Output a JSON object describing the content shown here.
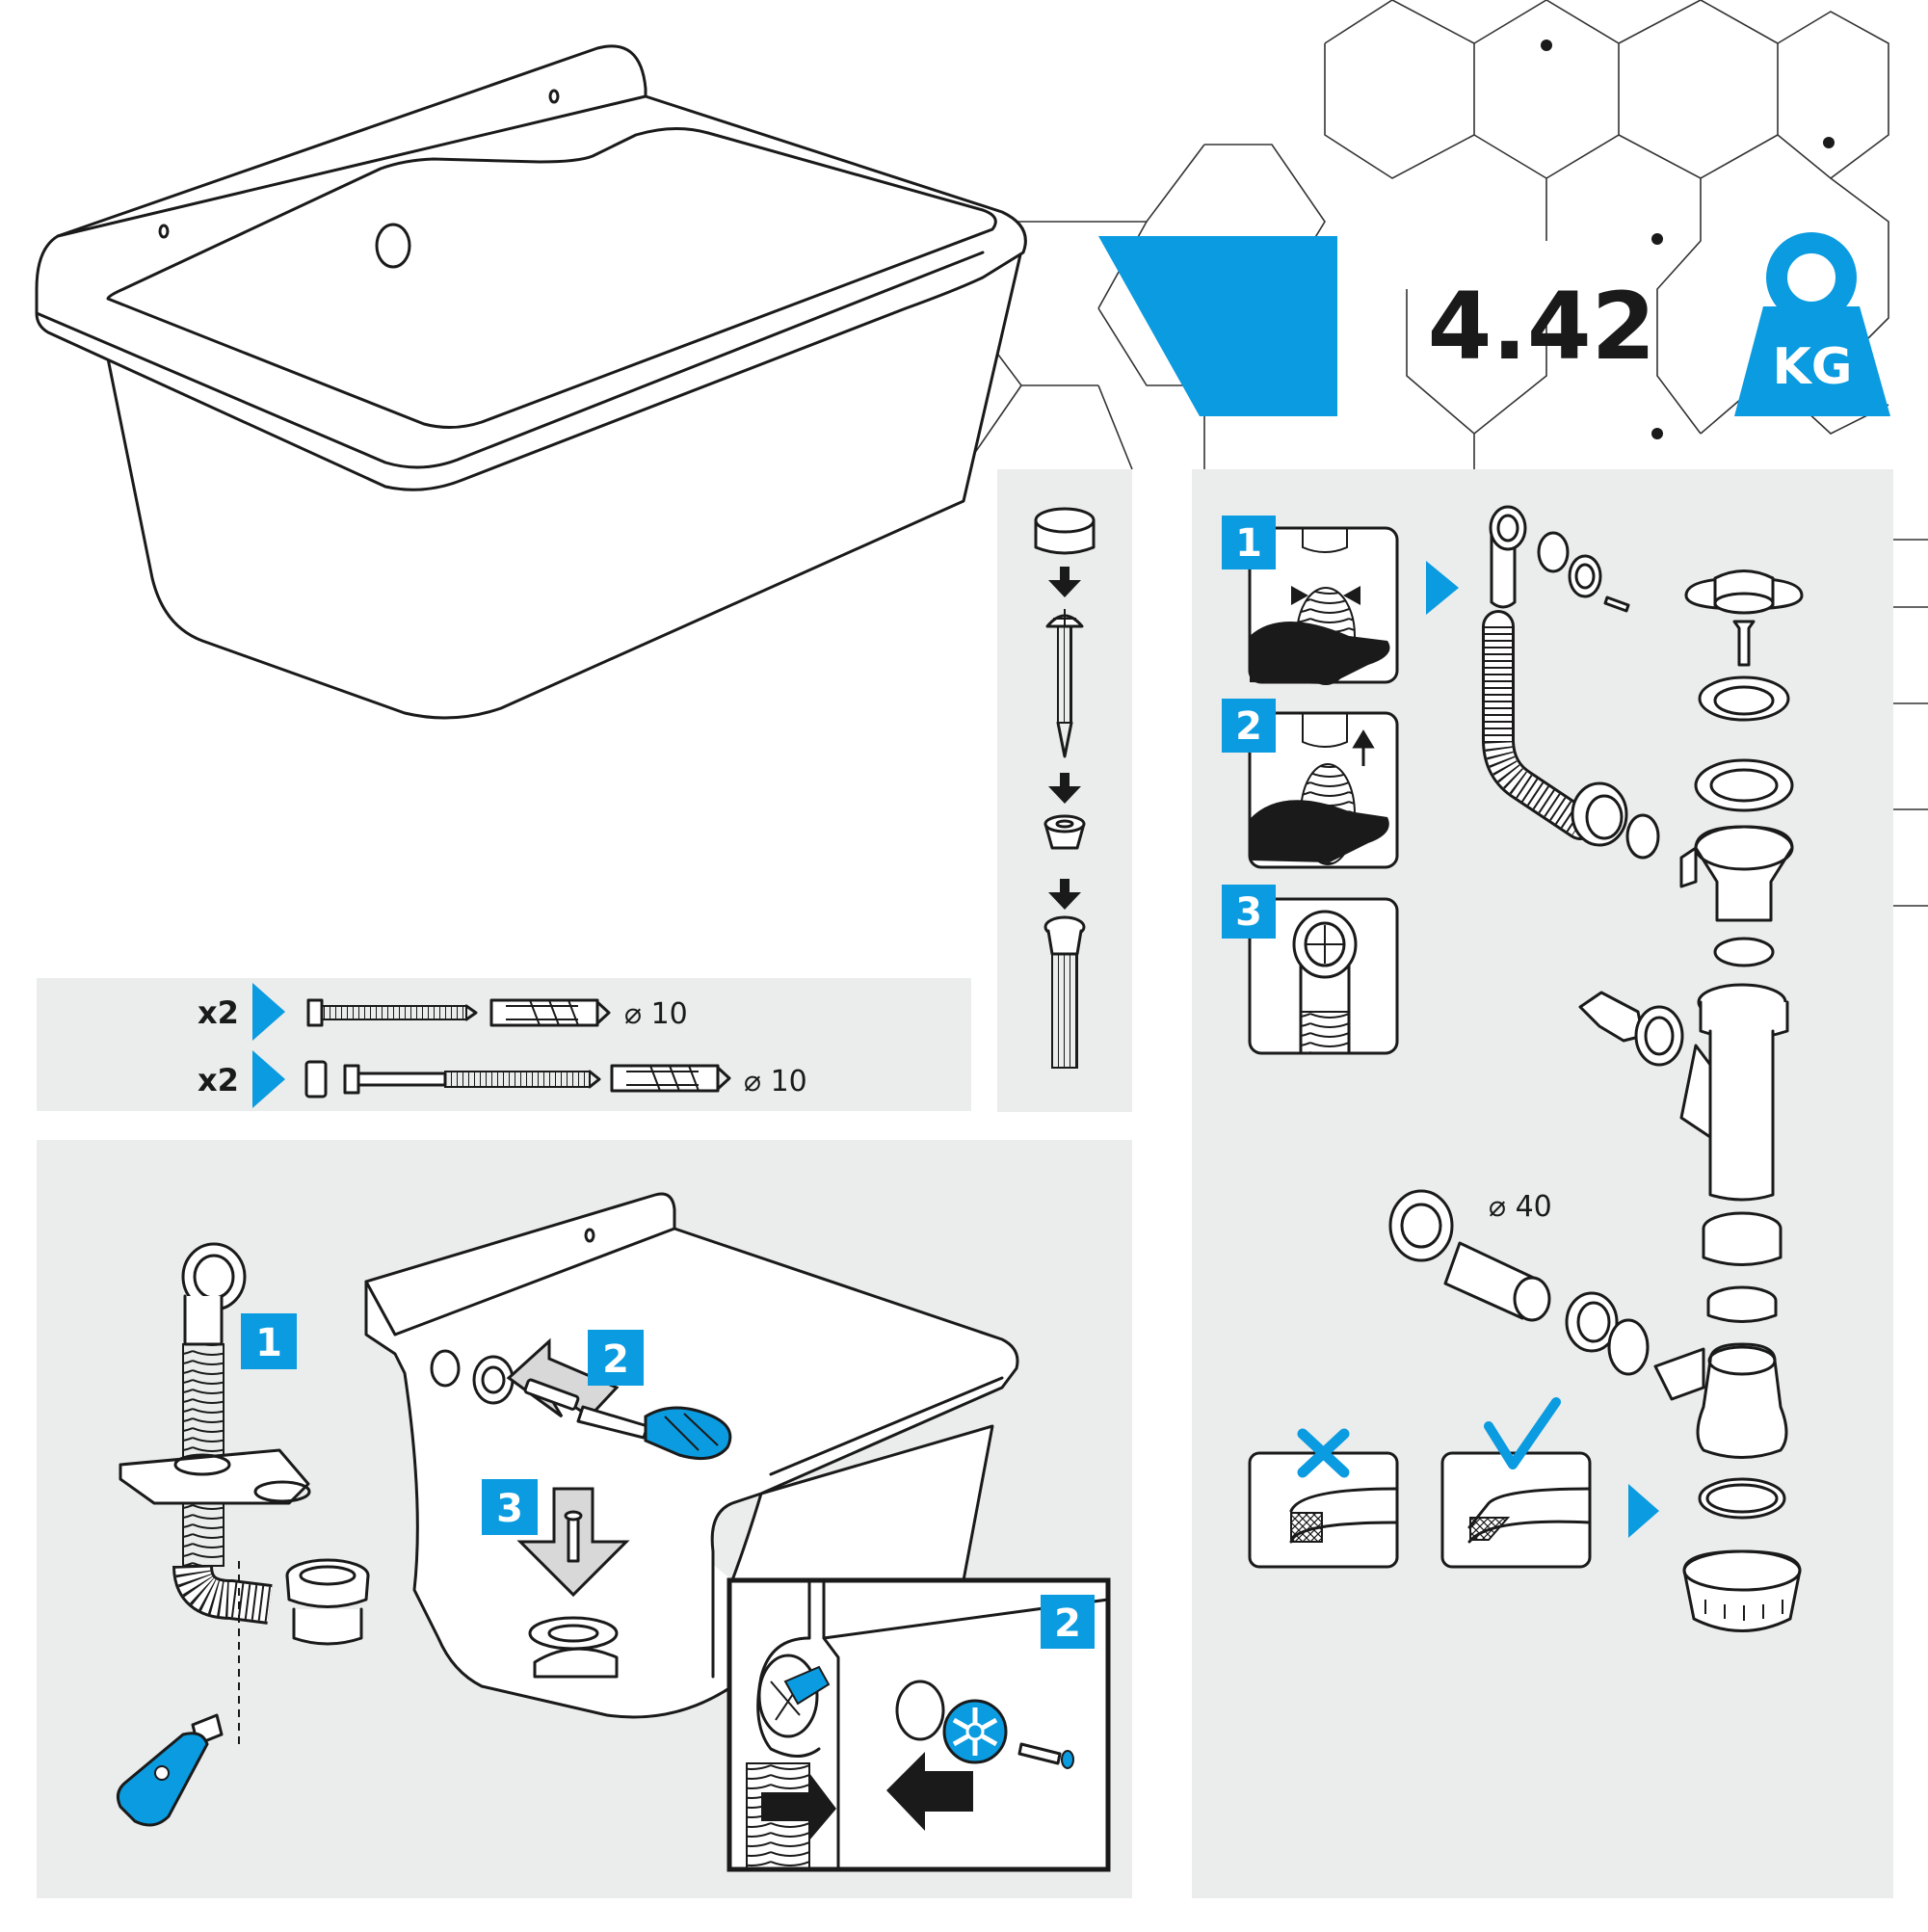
{
  "accent_color": "#0a9be0",
  "panel_color": "#ebecec",
  "weight": {
    "value": "4.42",
    "unit": "KG"
  },
  "fixings": [
    {
      "qty": "x2",
      "diameter": "⌀ 10"
    },
    {
      "qty": "x2",
      "diameter": "⌀ 10"
    }
  ],
  "drain_kit": {
    "steps": [
      "1",
      "2",
      "3"
    ],
    "pipe_diameter": "⌀ 40",
    "gasket_wrong_icon": "cross-icon",
    "gasket_right_icon": "check-icon"
  },
  "install": {
    "steps": [
      "1",
      "2",
      "3"
    ],
    "detail_step": "2"
  }
}
